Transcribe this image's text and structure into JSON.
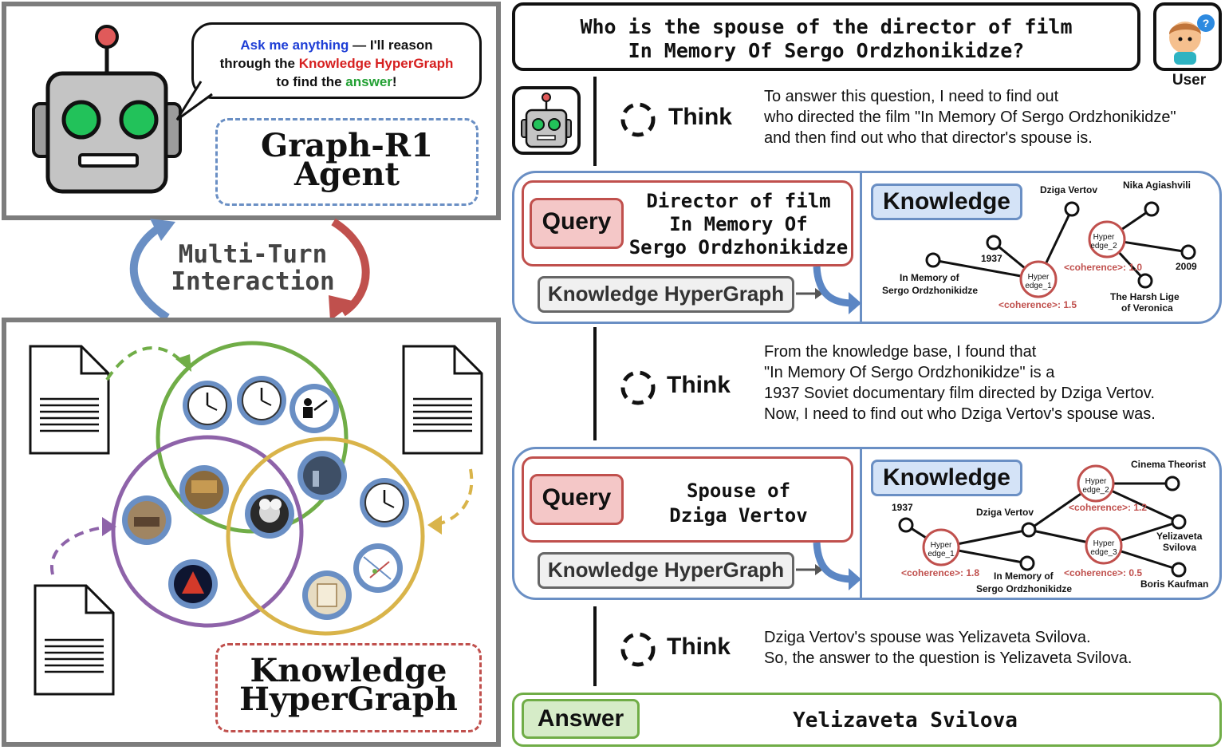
{
  "agent": {
    "bubble_line1_a": "Ask me anything",
    "bubble_line1_b": " — I'll reason",
    "bubble_line2_a": "through the ",
    "bubble_line2_b": "Knowledge HyperGraph",
    "bubble_line3_a": "to find the ",
    "bubble_line3_b": "answer",
    "bubble_line3_c": "!",
    "title_line1": "Graph-R1",
    "title_line2": "Agent"
  },
  "interaction": {
    "line1": "Multi-Turn",
    "line2": "Interaction"
  },
  "hypergraph": {
    "title_line1": "Knowledge",
    "title_line2": "HyperGraph"
  },
  "question": {
    "line1": "Who is the spouse of the director of film",
    "line2": "In Memory Of Sergo Ordzhonikidze?",
    "user_label": "User"
  },
  "think1": {
    "label": "Think",
    "line1": "To answer this question, I need to find out",
    "line2": "who directed the film \"In Memory Of Sergo Ordzhonikidze\"",
    "line3": "and then find out who that director's spouse is."
  },
  "query1": {
    "label": "Query",
    "line1": "Director of film",
    "line2": "In Memory Of",
    "line3": "Sergo Ordzhonikidze",
    "khg_label": "Knowledge HyperGraph",
    "knowledge_label": "Knowledge",
    "nodes": {
      "dziga": "Dziga Vertov",
      "nika": "Nika Agiashvili",
      "y1937": "1937",
      "he2_a": "Hyper",
      "he2_b": "edge_2",
      "he1_a": "Hyper",
      "he1_b": "edge_1",
      "y2009": "2009",
      "film_a": "In Memory of",
      "film_b": "Sergo Ordzhonikidze",
      "harsh_a": "The Harsh Lige",
      "harsh_b": "of Veronica",
      "coh1": "<coherence>: 1.0",
      "coh2": "<coherence>: 1.5"
    }
  },
  "think2": {
    "label": "Think",
    "line1": "From the knowledge base, I found that",
    "line2": "\"In Memory Of Sergo Ordzhonikidze\" is a",
    "line3": "1937 Soviet documentary film directed by Dziga Vertov.",
    "line4": "Now, I need to find out who Dziga Vertov's spouse was."
  },
  "query2": {
    "label": "Query",
    "line1": "Spouse of",
    "line2": "Dziga Vertov",
    "khg_label": "Knowledge HyperGraph",
    "knowledge_label": "Knowledge",
    "nodes": {
      "cinema": "Cinema Theorist",
      "y1937": "1937",
      "dziga": "Dziga Vertov",
      "he2_a": "Hyper",
      "he2_b": "edge_2",
      "he1_a": "Hyper",
      "he1_b": "edge_1",
      "he3_a": "Hyper",
      "he3_b": "edge_3",
      "yel_a": "Yelizaveta",
      "yel_b": "Svilova",
      "film_a": "In Memory of",
      "film_b": "Sergo Ordzhonikidze",
      "boris": "Boris Kaufman",
      "coh_a": "<coherence>: 1.2",
      "coh_b": "<coherence>: 1.8",
      "coh_c": "<coherence>: 0.5"
    }
  },
  "think3": {
    "label": "Think",
    "line1": "Dziga Vertov's spouse was Yelizaveta Svilova.",
    "line2": "So, the answer to the question is Yelizaveta Svilova."
  },
  "answer": {
    "label": "Answer",
    "value": "Yelizaveta Svilova"
  },
  "colors": {
    "panel_gray": "#7d7d7d",
    "agent_blue_dash": "#6a8fc4",
    "query_red": "#c0504d",
    "knowledge_blue": "#6a8fc4",
    "answer_green": "#70ad47",
    "circle_green": "#70ad47",
    "circle_purple": "#8e63a9",
    "circle_gold": "#d9b44a"
  }
}
